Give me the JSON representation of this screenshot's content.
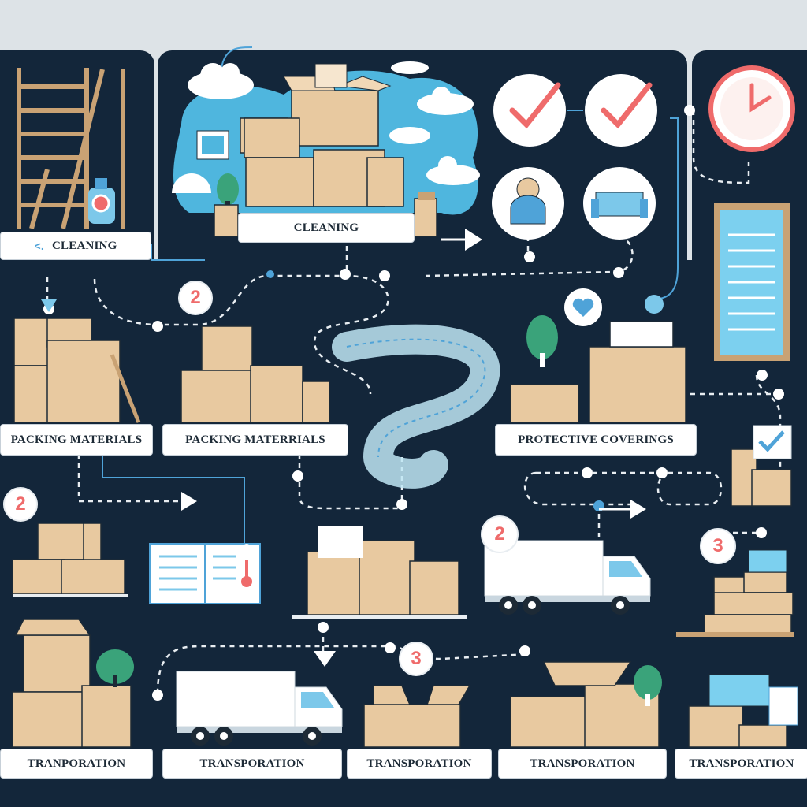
{
  "labels": {
    "cleaning_left": "CLEANING",
    "cleaning_left_prefix": "<.",
    "cleaning_top": "CLEANING",
    "packing_left": "PACKING MATERIALS",
    "packing_center": "PACKING MATERRIALS",
    "protective": "PROTECTIVE COVERINGS",
    "transport_1": "TRANPORATION",
    "transport_2": "TRANSPORATION",
    "transport_3": "TRANSPORATION",
    "transport_4": "TRANSPORATION",
    "transport_5": "TRANSPORATION"
  },
  "badges": {
    "b1": "2",
    "b2": "2",
    "b3": "2",
    "b4": "3",
    "b5": "3"
  },
  "colors": {
    "panel": "#13263a",
    "box": "#e8c9a0",
    "box_dark": "#c9a274",
    "accent_blue": "#4fa3d8",
    "accent_red": "#ef6b6b",
    "green": "#3aa37a",
    "background": "#dde3e7"
  },
  "icons": [
    "ladder-icon",
    "checkmark-icon",
    "clock-icon",
    "person-icon",
    "sofa-icon",
    "truck-icon",
    "book-icon",
    "thermometer-icon",
    "tree-icon",
    "heart-icon",
    "document-icon",
    "cloud-icon"
  ]
}
